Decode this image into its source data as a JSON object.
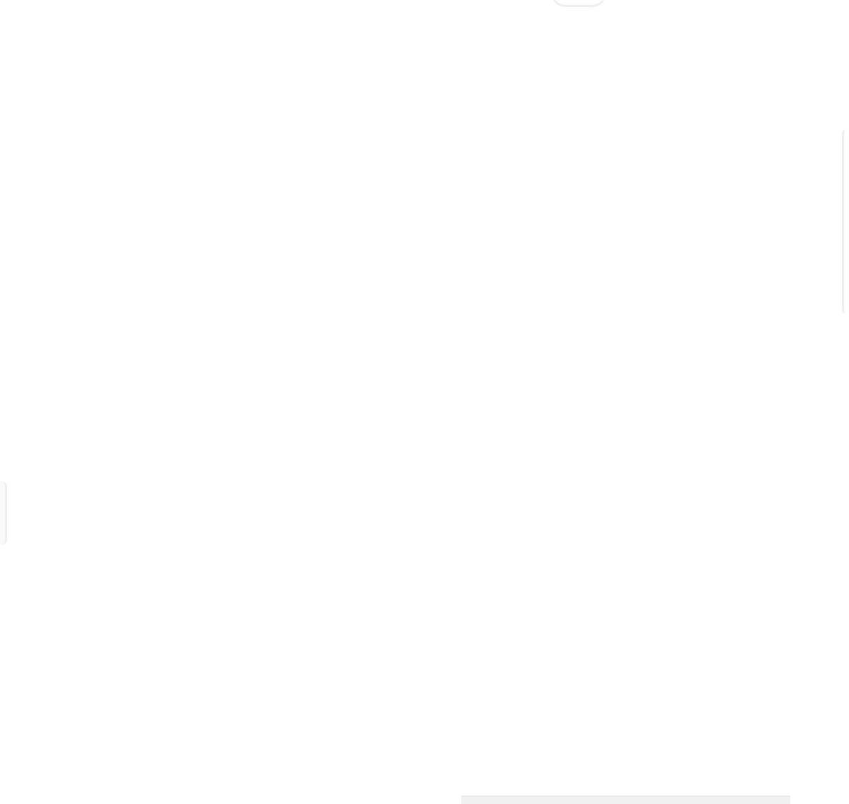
{
  "page": {
    "background": "#ffffff",
    "fragments": [
      {
        "name": "top-tab-edge",
        "color": "#eeeeee"
      },
      {
        "name": "right-panel-edge",
        "color": "#eeeeee"
      },
      {
        "name": "left-panel-edge",
        "color": "#efefef"
      },
      {
        "name": "bottom-scrollbar-strip",
        "color": "#f1f1f1"
      }
    ]
  }
}
